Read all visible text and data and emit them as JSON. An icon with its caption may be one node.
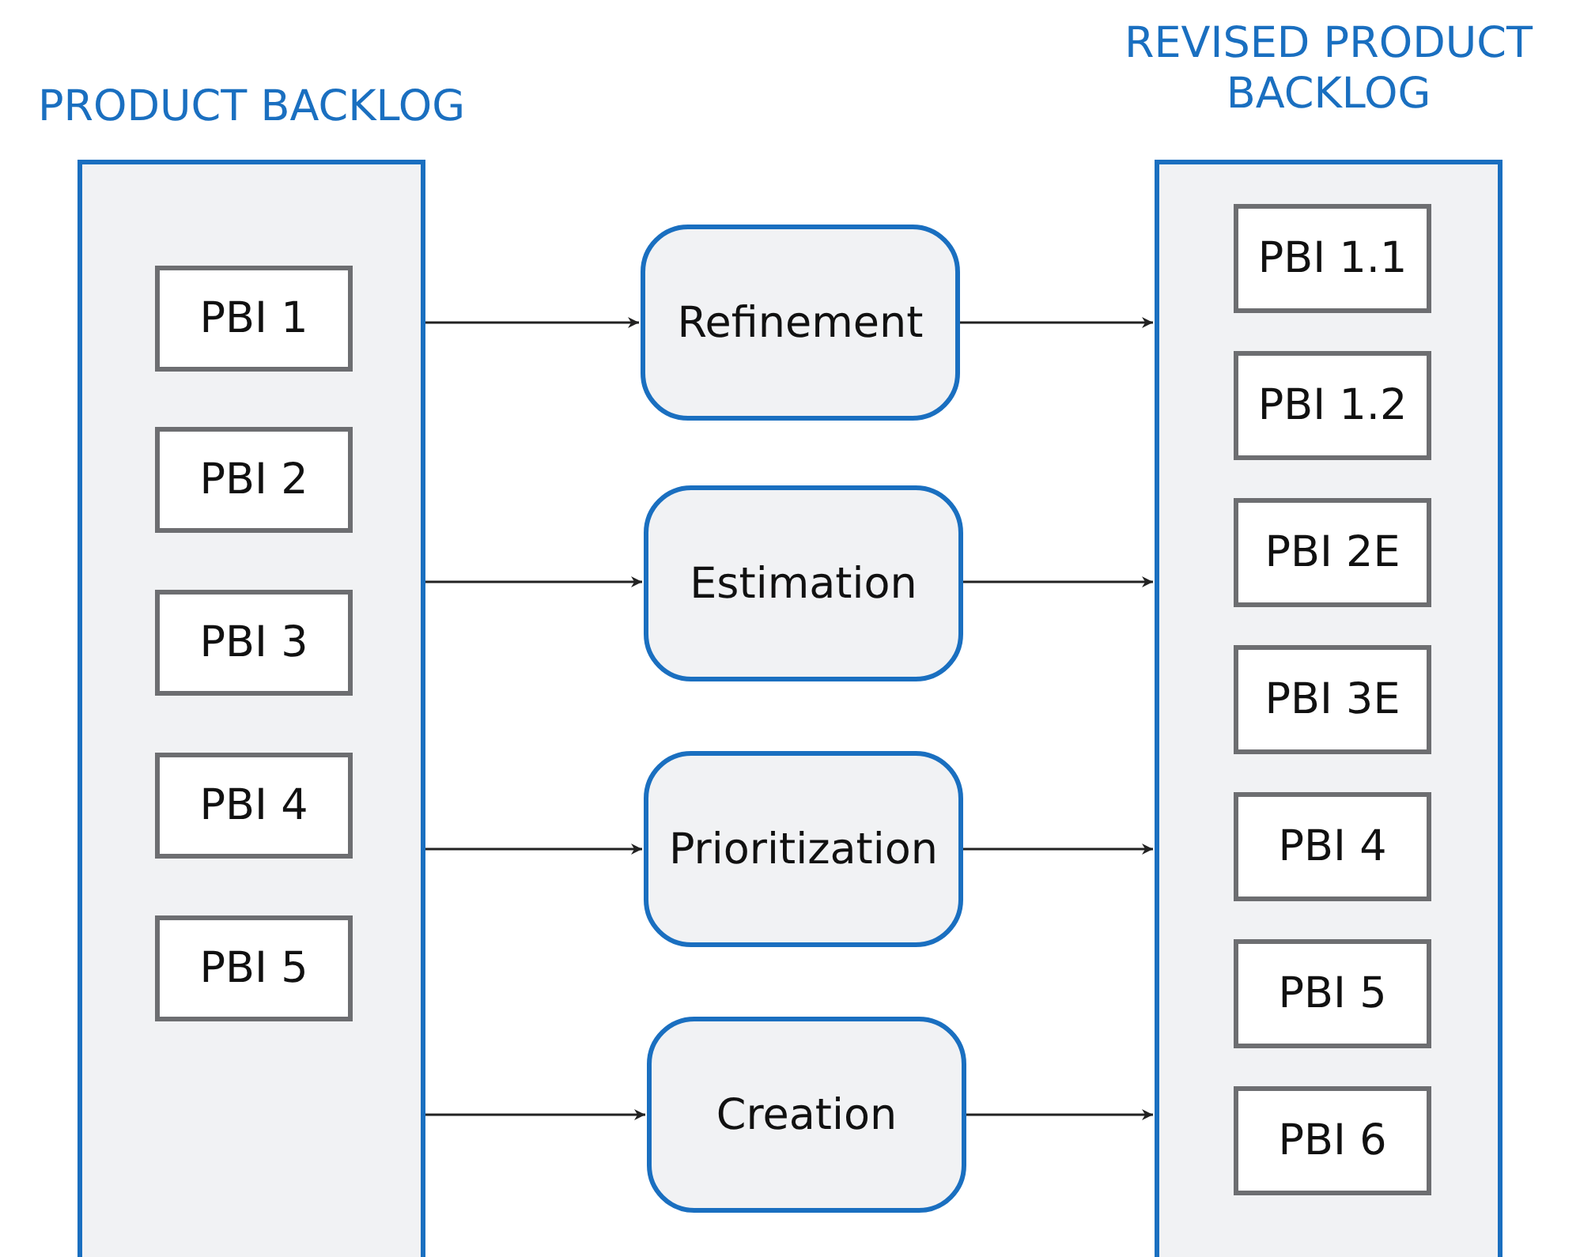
{
  "diagram": {
    "nodes": [
      {
        "text": [
          "PRODUCT BACKLOG"
        ]
      },
      {
        "text": [
          "PBI 1"
        ],
        "in": 0
      },
      {
        "text": [
          "PBI 2"
        ],
        "in": 0
      },
      {
        "text": [
          "PBI 3"
        ],
        "in": 0
      },
      {
        "text": [
          "PBI 4"
        ],
        "in": 0
      },
      {
        "text": [
          "PBI 5"
        ],
        "in": 0
      },
      {
        "text": [
          "Refinement"
        ]
      },
      {
        "text": [
          "Estimation"
        ]
      },
      {
        "text": [
          "Prioritization"
        ]
      },
      {
        "text": [
          "Creation"
        ]
      },
      {
        "text": [
          "REVISED PRODUCT BACKLOG"
        ]
      },
      {
        "text": [
          "PBI 1.1"
        ],
        "in": 10
      },
      {
        "text": [
          "PBI 1.2"
        ],
        "in": 10
      },
      {
        "text": [
          "PBI 2E"
        ],
        "in": 10
      },
      {
        "text": [
          "PBI 3E"
        ],
        "in": 10
      },
      {
        "text": [
          "PBI 4"
        ],
        "in": 10
      },
      {
        "text": [
          "PBI 5"
        ],
        "in": 10
      },
      {
        "text": [
          "PBI 6"
        ],
        "in": 10
      }
    ],
    "edges": [
      {
        "from": 0,
        "to": 6,
        "arrow": "to"
      },
      {
        "from": 6,
        "to": 10,
        "arrow": "to"
      },
      {
        "from": 0,
        "to": 7,
        "arrow": "to"
      },
      {
        "from": 7,
        "to": 10,
        "arrow": "to"
      },
      {
        "from": 0,
        "to": 8,
        "arrow": "to"
      },
      {
        "from": 8,
        "to": 10,
        "arrow": "to"
      },
      {
        "from": 0,
        "to": 9,
        "arrow": "to"
      },
      {
        "from": 9,
        "to": 10,
        "arrow": "to"
      }
    ]
  }
}
